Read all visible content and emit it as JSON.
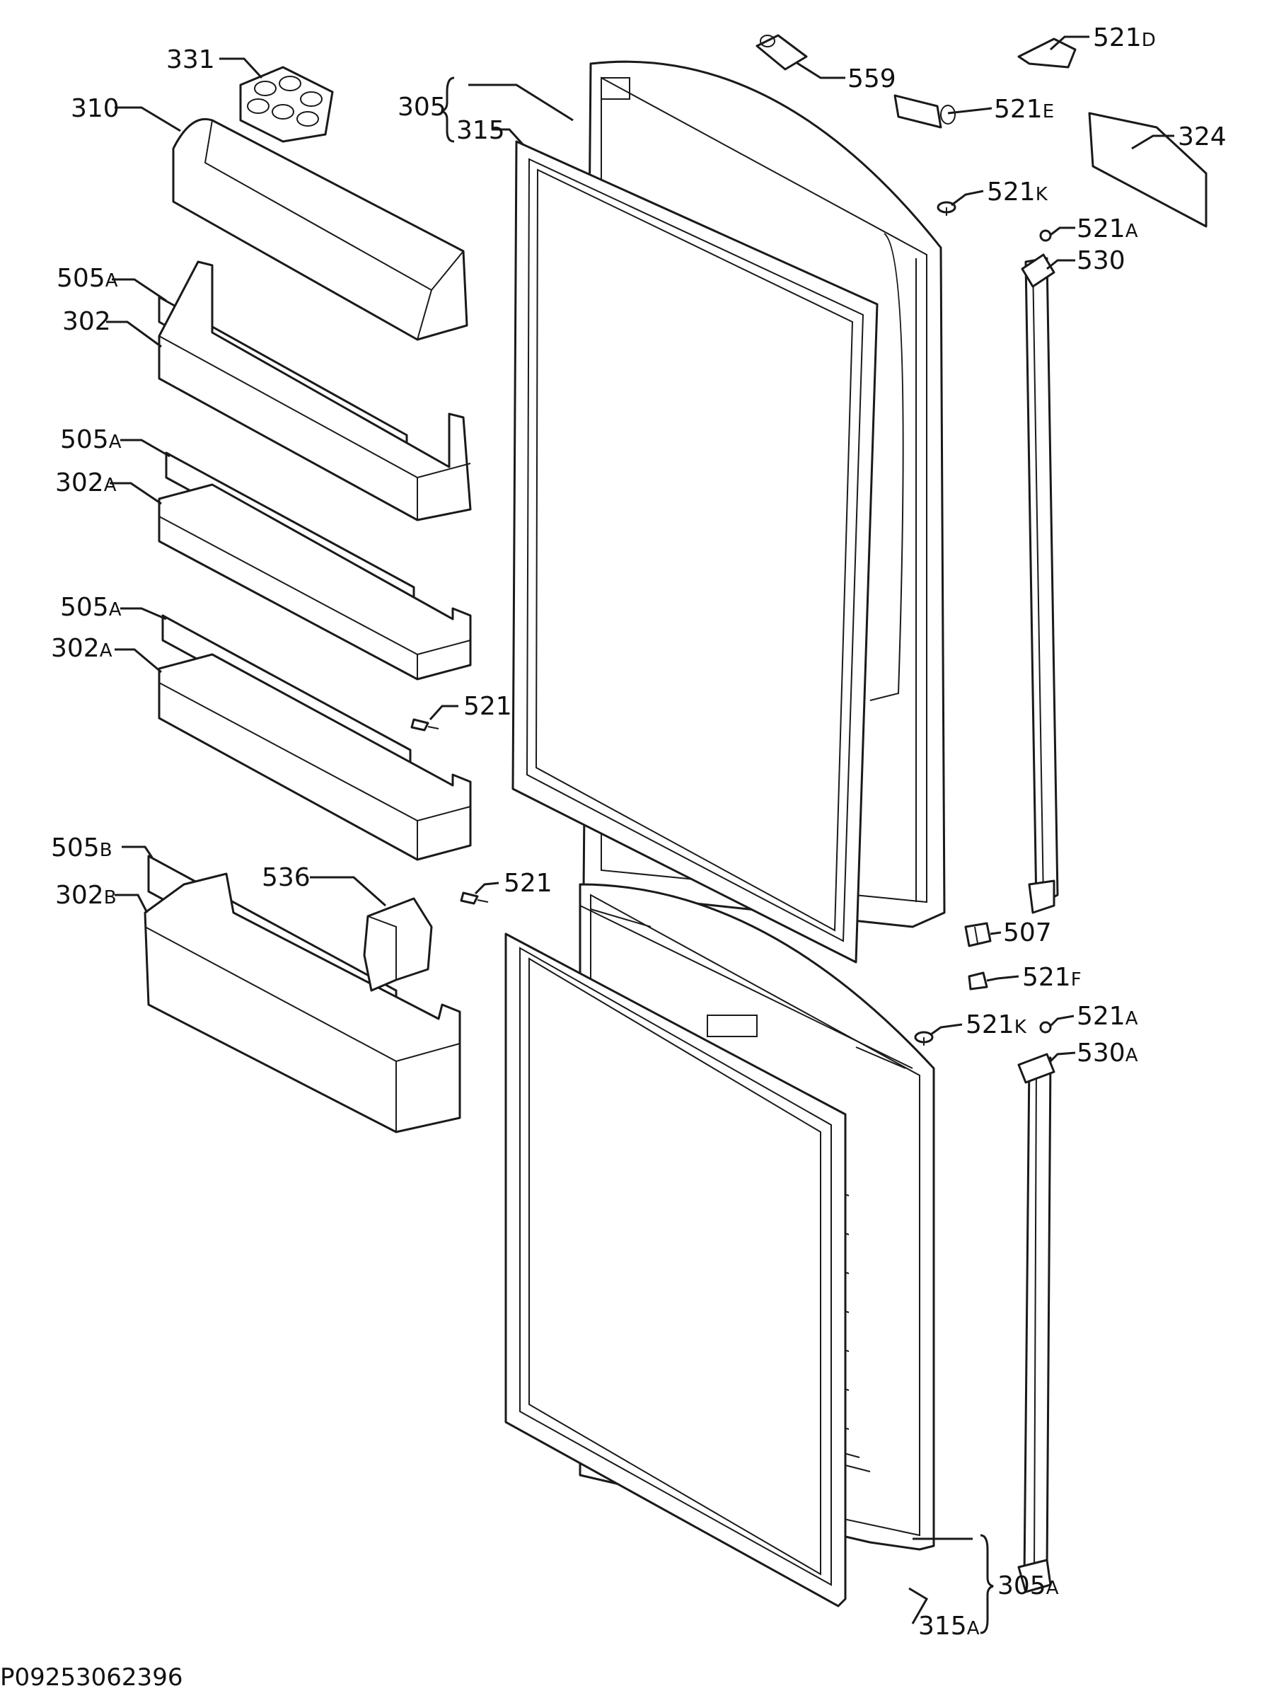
{
  "document_id": "P09253062396",
  "colors": {
    "line": "#1a1a1a",
    "background": "#ffffff"
  },
  "callouts": [
    {
      "id": "c331",
      "number": "331",
      "suffix": ""
    },
    {
      "id": "c310",
      "number": "310",
      "suffix": ""
    },
    {
      "id": "c305",
      "number": "305",
      "suffix": ""
    },
    {
      "id": "c315",
      "number": "315",
      "suffix": ""
    },
    {
      "id": "c559",
      "number": "559",
      "suffix": ""
    },
    {
      "id": "c521d",
      "number": "521",
      "suffix": "D"
    },
    {
      "id": "c521e",
      "number": "521",
      "suffix": "E"
    },
    {
      "id": "c324",
      "number": "324",
      "suffix": ""
    },
    {
      "id": "c521k1",
      "number": "521",
      "suffix": "K"
    },
    {
      "id": "c521a1",
      "number": "521",
      "suffix": "A"
    },
    {
      "id": "c530",
      "number": "530",
      "suffix": ""
    },
    {
      "id": "c505a1",
      "number": "505",
      "suffix": "A"
    },
    {
      "id": "c302",
      "number": "302",
      "suffix": ""
    },
    {
      "id": "c505a2",
      "number": "505",
      "suffix": "A"
    },
    {
      "id": "c302a1",
      "number": "302",
      "suffix": "A"
    },
    {
      "id": "c505a3",
      "number": "505",
      "suffix": "A"
    },
    {
      "id": "c302a2",
      "number": "302",
      "suffix": "A"
    },
    {
      "id": "c521_1",
      "number": "521",
      "suffix": ""
    },
    {
      "id": "c505b",
      "number": "505",
      "suffix": "B"
    },
    {
      "id": "c302b",
      "number": "302",
      "suffix": "B"
    },
    {
      "id": "c536",
      "number": "536",
      "suffix": ""
    },
    {
      "id": "c521_2",
      "number": "521",
      "suffix": ""
    },
    {
      "id": "c507",
      "number": "507",
      "suffix": ""
    },
    {
      "id": "c521f",
      "number": "521",
      "suffix": "F"
    },
    {
      "id": "c521k2",
      "number": "521",
      "suffix": "K"
    },
    {
      "id": "c521a2",
      "number": "521",
      "suffix": "A"
    },
    {
      "id": "c530a",
      "number": "530",
      "suffix": "A"
    },
    {
      "id": "c315a",
      "number": "315",
      "suffix": "A"
    },
    {
      "id": "c305a",
      "number": "305",
      "suffix": "A"
    }
  ]
}
